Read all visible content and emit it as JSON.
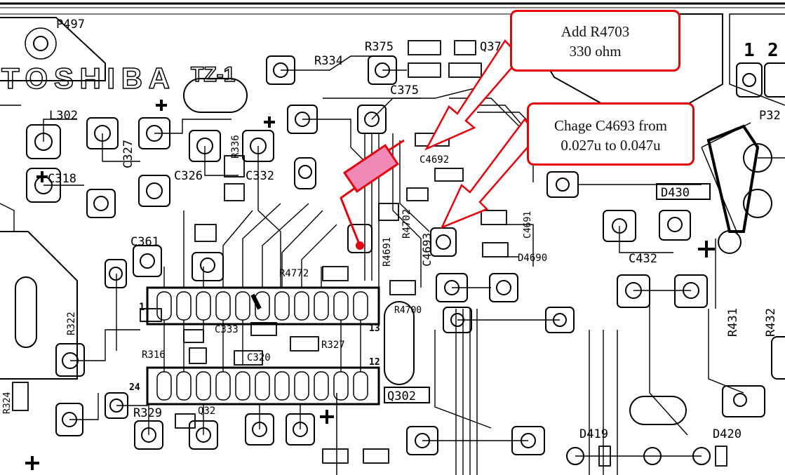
{
  "board": {
    "logo": "TOSHIBA",
    "model": "TZ-1"
  },
  "labels": {
    "p497": "P497",
    "r334": "R334",
    "r375": "R375",
    "q37": "Q37",
    "c375": "C375",
    "l302": "L302",
    "c327": "C327",
    "c318": "C318",
    "r336": "R336",
    "c326": "C326",
    "c332": "C332",
    "c4692": "C4692",
    "c361": "C361",
    "r322": "R322",
    "r4772": "R4772",
    "r4691": "R4691",
    "r4702": "R4702",
    "c4693": "C4693",
    "c4691": "C4691",
    "d4690": "D4690",
    "r4700": "R4700",
    "c333": "C333",
    "r327": "R327",
    "r316": "R316",
    "c320": "C320",
    "r324": "R324",
    "r329": "R329",
    "q302": "Q302",
    "q32": "Q32",
    "d430": "D430",
    "c432": "C432",
    "r431": "R431",
    "r432": "R432",
    "d419": "D419",
    "d420": "D420",
    "p32": "P32",
    "pin1": "1",
    "pin2": "2",
    "ic_pin1": "1",
    "ic_pin13": "13",
    "ic_pin12": "12",
    "ic_pin24": "24"
  },
  "annotations": [
    {
      "lines": [
        "Add R4703",
        "330 ohm"
      ]
    },
    {
      "lines": [
        "Chage C4693 from",
        "0.027u to 0.047u"
      ]
    }
  ],
  "colors": {
    "trace": "#000000",
    "callout_border": "#e8000b",
    "added_resistor_fill": "#f28ab8",
    "arrow_fill": "#ffffff",
    "arrow_stroke": "#e8000b"
  }
}
